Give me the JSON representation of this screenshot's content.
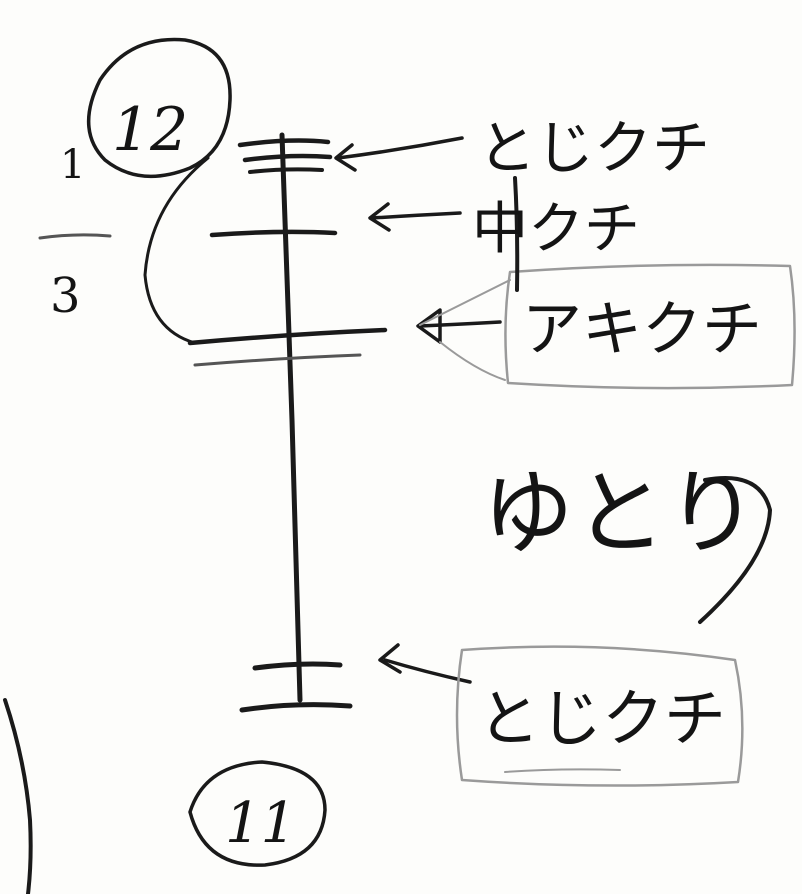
{
  "numbers": {
    "top": "12",
    "bottom": "11",
    "fraction_numerator": "1",
    "fraction_denominator": "3"
  },
  "labels": {
    "top_first": "とじクチ",
    "top_second": "中クチ",
    "top_third": "アキクチ",
    "middle": "ゆとり",
    "bottom": "とじクチ"
  }
}
